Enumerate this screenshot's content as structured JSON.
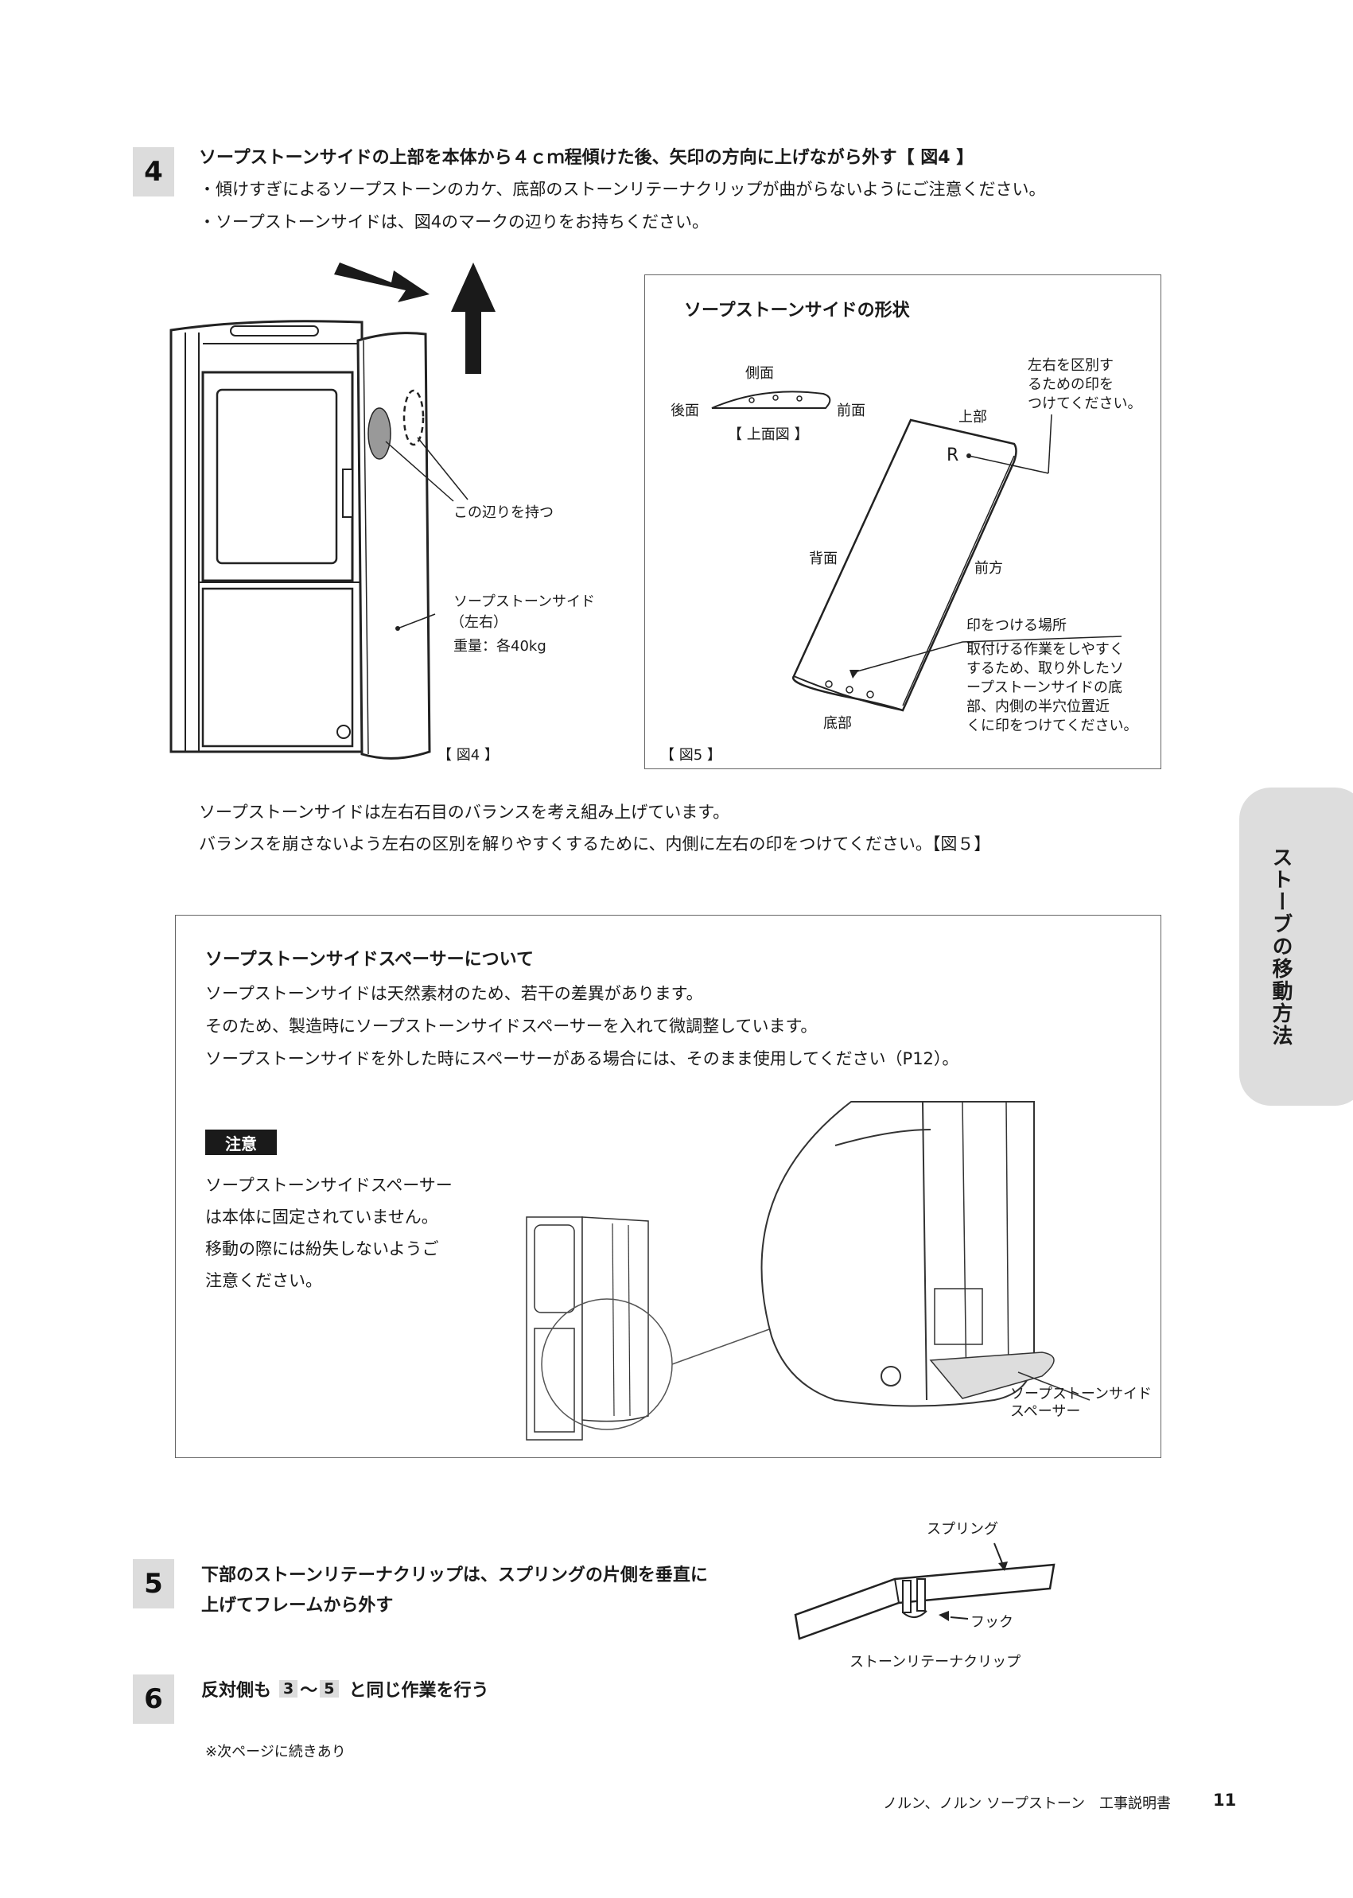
{
  "step4": {
    "number": "4",
    "title": "ソープストーンサイドの上部を本体から４ｃｍ程傾けた後、矢印の方向に上げながら外す【 図4 】",
    "bullet1": "・傾けすぎによるソープストーンのカケ、底部のストーンリテーナクリップが曲がらないようにご注意ください。",
    "bullet2": "・ソープストーンサイドは、図4のマークの辺りをお持ちください。"
  },
  "fig4": {
    "hold_label": "この辺りを持つ",
    "part_label_1": "ソープストーンサイド",
    "part_label_2": "（左右）",
    "weight_label": "重量：各40kg",
    "caption": "【 図4 】"
  },
  "fig5": {
    "title": "ソープストーンサイドの形状",
    "side": "側面",
    "back": "後面",
    "front": "前面",
    "top_view": "【 上面図 】",
    "top": "上部",
    "mark_R": "R",
    "mark_note_1": "左右を区別す",
    "mark_note_2": "るための印を",
    "mark_note_3": "つけてください。",
    "back_face": "背面",
    "front_dir": "前方",
    "bottom": "底部",
    "mark_place_title": "印をつける場所",
    "mark_place_1": "取付ける作業をしやすく",
    "mark_place_2": "するため、取り外したソ",
    "mark_place_3": "ープストーンサイドの底",
    "mark_place_4": "部、内側の半穴位置近",
    "mark_place_5": "くに印をつけてください。",
    "caption": "【 図5 】"
  },
  "balance": {
    "line1": "ソープストーンサイドは左右石目のバランスを考え組み上げています。",
    "line2": "バランスを崩さないよう左右の区別を解りやすくするために、内側に左右の印をつけてください。【図５】"
  },
  "spacer": {
    "heading": "ソープストーンサイドスペーサーについて",
    "line1": "ソープストーンサイドは天然素材のため、若干の差異があります。",
    "line2": "そのため、製造時にソープストーンサイドスペーサーを入れて微調整しています。",
    "line3": "ソープストーンサイドを外した時にスペーサーがある場合には、そのまま使用してください（P12）。",
    "caution_label": "注意",
    "caution_1": "ソープストーンサイドスペーサー",
    "caution_2": "は本体に固定されていません。",
    "caution_3": "移動の際には紛失しないようご",
    "caution_4": "注意ください。",
    "callout_1": "ソープストーンサイド",
    "callout_2": "スペーサー"
  },
  "step5": {
    "number": "5",
    "line1": "下部のストーンリテーナクリップは、スプリングの片側を垂直に",
    "line2": "上げてフレームから外す",
    "spring": "スプリング",
    "hook": "フック",
    "clip": "ストーンリテーナクリップ"
  },
  "step6": {
    "number": "6",
    "prefix": "反対側も",
    "ref1": "3",
    "mid": "〜",
    "ref2": "5",
    "suffix": "と同じ作業を行う"
  },
  "continued": "※次ページに続きあり",
  "side_tab": "ストーブの移動方法",
  "footer": {
    "doc_title": "ノルン、ノルン ソープストーン　工事説明書",
    "page": "11"
  }
}
